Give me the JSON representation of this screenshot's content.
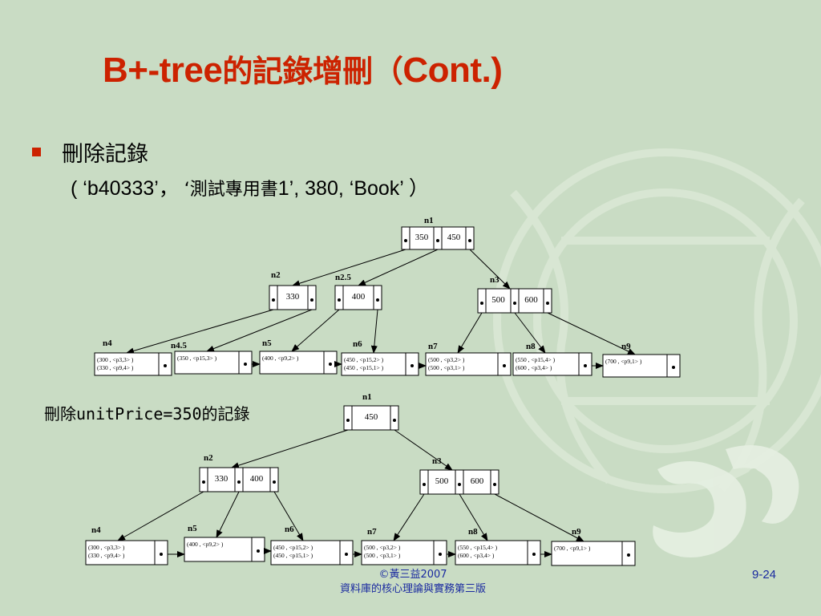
{
  "title": {
    "latin": "B+-tree",
    "cjk": "的記錄增刪",
    "paren": "（",
    "suffix": "Cont.)"
  },
  "bullet": {
    "text": "刪除記錄"
  },
  "record": {
    "open": "(",
    "field1": "‘b40333’",
    "sep1": "，",
    "field2_cjk": "‘測試專用書",
    "field2_end": "1’",
    "field3": ", 380,",
    "field4": "‘Book’",
    "close": "）"
  },
  "note": "刪除unitPrice=350的記錄",
  "footer": {
    "copyright": "©黃三益2007",
    "book": "資料庫的核心理論與實務第三版",
    "page": "9-24"
  },
  "colors": {
    "title": "#cc2200",
    "bullet": "#cc2200",
    "footer": "#1a2aa0",
    "background": "#c9dcc4"
  },
  "trees": {
    "before": {
      "internal": [
        {
          "id": "n1",
          "keys": [
            "350",
            "450"
          ]
        },
        {
          "id": "n2",
          "keys": [
            "330"
          ]
        },
        {
          "id": "n2.5",
          "keys": [
            "400"
          ]
        },
        {
          "id": "n3",
          "keys": [
            "500",
            "600"
          ]
        }
      ],
      "leaves": [
        {
          "id": "n4",
          "entries": [
            "(300 , <p3,3> )",
            "(330 , <p9,4> )"
          ]
        },
        {
          "id": "n4.5",
          "entries": [
            "(350 , <p15,3> )"
          ]
        },
        {
          "id": "n5",
          "entries": [
            "(400 , <p9,2> )"
          ]
        },
        {
          "id": "n6",
          "entries": [
            "(450 , <p15,2> )",
            "(450 , <p15,1> )"
          ]
        },
        {
          "id": "n7",
          "entries": [
            "(500 , <p3,2> )",
            "(500 , <p3,1> )"
          ]
        },
        {
          "id": "n8",
          "entries": [
            "(550 , <p15,4> )",
            "(600 , <p3,4> )"
          ]
        },
        {
          "id": "n9",
          "entries": [
            "(700 , <p9,1> )"
          ]
        }
      ]
    },
    "after": {
      "internal": [
        {
          "id": "n1",
          "keys": [
            "450"
          ]
        },
        {
          "id": "n2",
          "keys": [
            "330",
            "400"
          ]
        },
        {
          "id": "n3",
          "keys": [
            "500",
            "600"
          ]
        }
      ],
      "leaves": [
        {
          "id": "n4",
          "entries": [
            "(300 , <p3,3> )",
            "(330 , <p9,4> )"
          ]
        },
        {
          "id": "n5",
          "entries": [
            "(400 , <p9,2> )"
          ]
        },
        {
          "id": "n6",
          "entries": [
            "(450 , <p15,2> )",
            "(450 , <p15,1> )"
          ]
        },
        {
          "id": "n7",
          "entries": [
            "(500 , <p3,2> )",
            "(500 , <p3,1> )"
          ]
        },
        {
          "id": "n8",
          "entries": [
            "(550 , <p15,4> )",
            "(600 , <p3,4> )"
          ]
        },
        {
          "id": "n9",
          "entries": [
            "(700 , <p9,1> )"
          ]
        }
      ]
    }
  }
}
